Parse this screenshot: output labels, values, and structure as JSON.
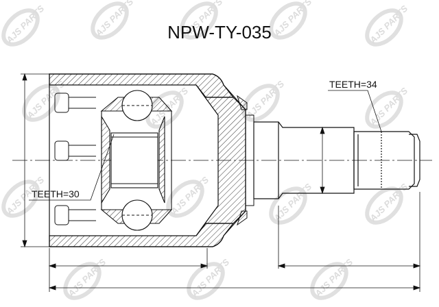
{
  "title": "NPW-TY-035",
  "watermark": {
    "text": "AJS PARTS",
    "color": "#d8d8d8"
  },
  "labels": {
    "teeth_outer": "TEETH=34",
    "teeth_inner": "TEETH=30"
  },
  "colors": {
    "line": "#111111",
    "hatch": "#333333",
    "centerline": "#111111"
  }
}
